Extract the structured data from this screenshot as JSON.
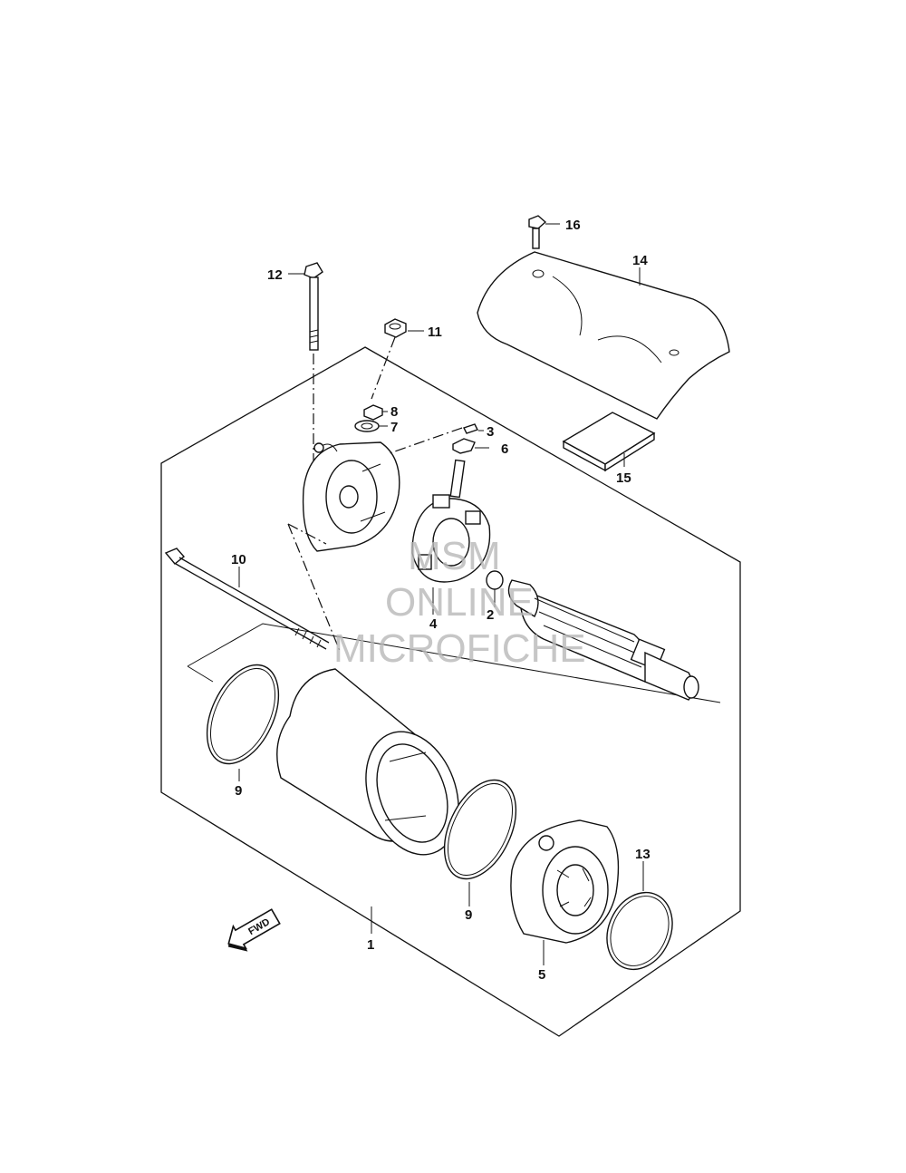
{
  "diagram": {
    "callouts": [
      "1",
      "2",
      "3",
      "4",
      "5",
      "6",
      "7",
      "8",
      "9",
      "9",
      "10",
      "11",
      "12",
      "13",
      "14",
      "15",
      "16"
    ],
    "direction_marker": "FWD",
    "watermark": [
      "MSM",
      "ONLINE",
      "MICROFICHE"
    ]
  }
}
